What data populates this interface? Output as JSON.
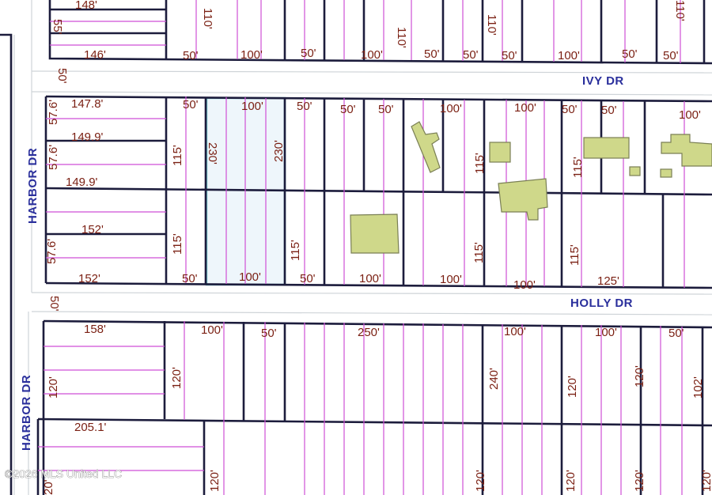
{
  "streets": {
    "ivy": "IVY DR",
    "holly": "HOLLY DR",
    "harbor_upper": "HARBOR DR",
    "harbor_lower": "HARBOR DR"
  },
  "copyright": "©2026 MLS United LLC",
  "colors": {
    "lot_line": "#1c1c3c",
    "sub_line": "#cf4fd6",
    "dimension_text": "#7a1f12",
    "street_text": "#2a2f9c",
    "building_fill": "#cfd88a",
    "highlight_outline": "#6cc1c8",
    "highlight_fill": "#eef6fb"
  },
  "dims": {
    "top_148": "148'",
    "top_55": "55'",
    "top_110a": "110'",
    "top_110b": "110'",
    "top_110c": "110'",
    "top_110d": "110'",
    "top_146": "146'",
    "top_50a": "50'",
    "top_100a": "100'",
    "top_50b": "50'",
    "top_100b": "100'",
    "top_50c": "50'",
    "top_50d": "50'",
    "top_50e": "50'",
    "top_100c": "100'",
    "top_50f": "50'",
    "top_50g": "50'",
    "mid_50_left": "50'",
    "mid_57_6a": "57.6'",
    "mid_147_8": "147.8'",
    "mid_57_6b": "57.6'",
    "mid_149_9a": "149.9'",
    "mid_149_9b": "149.9'",
    "mid_152a": "152'",
    "mid_57_6c": "57.6'",
    "mid_152b": "152'",
    "mid_50a": "50'",
    "mid_100a": "100'",
    "mid_50b": "50'",
    "mid_50c": "50'",
    "mid_50d": "50'",
    "mid_100b": "100'",
    "mid_100c": "100'",
    "mid_50e": "50'",
    "mid_50f": "50'",
    "mid_100d": "100'",
    "mid_115a": "115'",
    "mid_230a": "230'",
    "mid_230b": "230'",
    "mid_115b": "115'",
    "mid_115c": "115'",
    "mid_115d": "115'",
    "mid_115e": "115'",
    "mid_115f": "115'",
    "mid_115g": "115'",
    "bot_mid_50a": "50'",
    "bot_mid_100a": "100'",
    "bot_mid_50b": "50'",
    "bot_mid_100b": "100'",
    "bot_mid_100c": "100'",
    "bot_mid_100d": "100'",
    "bot_mid_125": "125'",
    "low_50_left": "50'",
    "low_158": "158'",
    "low_100a": "100'",
    "low_50a": "50'",
    "low_250": "250'",
    "low_100b": "100'",
    "low_100c": "100'",
    "low_50b": "50'",
    "low_120a": "120'",
    "low_120b": "120'",
    "low_240": "240'",
    "low_120c": "120'",
    "low_120d": "120'",
    "low_102": "102'",
    "low_205_1": "205.1'",
    "low_120e": "120'",
    "low_120f": "120'",
    "low_120g": "120'",
    "low_120h": "120'",
    "low_120i": "120'",
    "low_20": "20'"
  }
}
